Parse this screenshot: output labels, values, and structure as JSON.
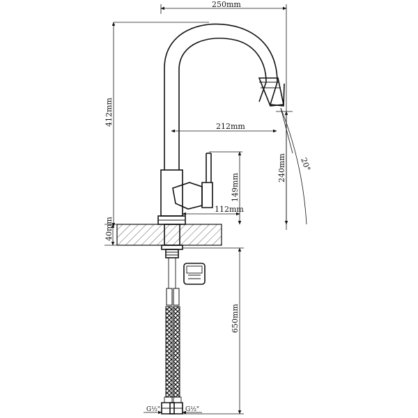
{
  "dimensions": {
    "overall_width": "250mm",
    "spout_reach": "212mm",
    "overall_height": "412mm",
    "spout_height": "240mm",
    "lever_height": "149mm",
    "base_reach": "112mm",
    "deck_thickness": "40mm",
    "hose_length": "650mm",
    "swivel_angle": "20°",
    "hose_thread_left": "G½\"",
    "hose_thread_right": "G½\""
  }
}
